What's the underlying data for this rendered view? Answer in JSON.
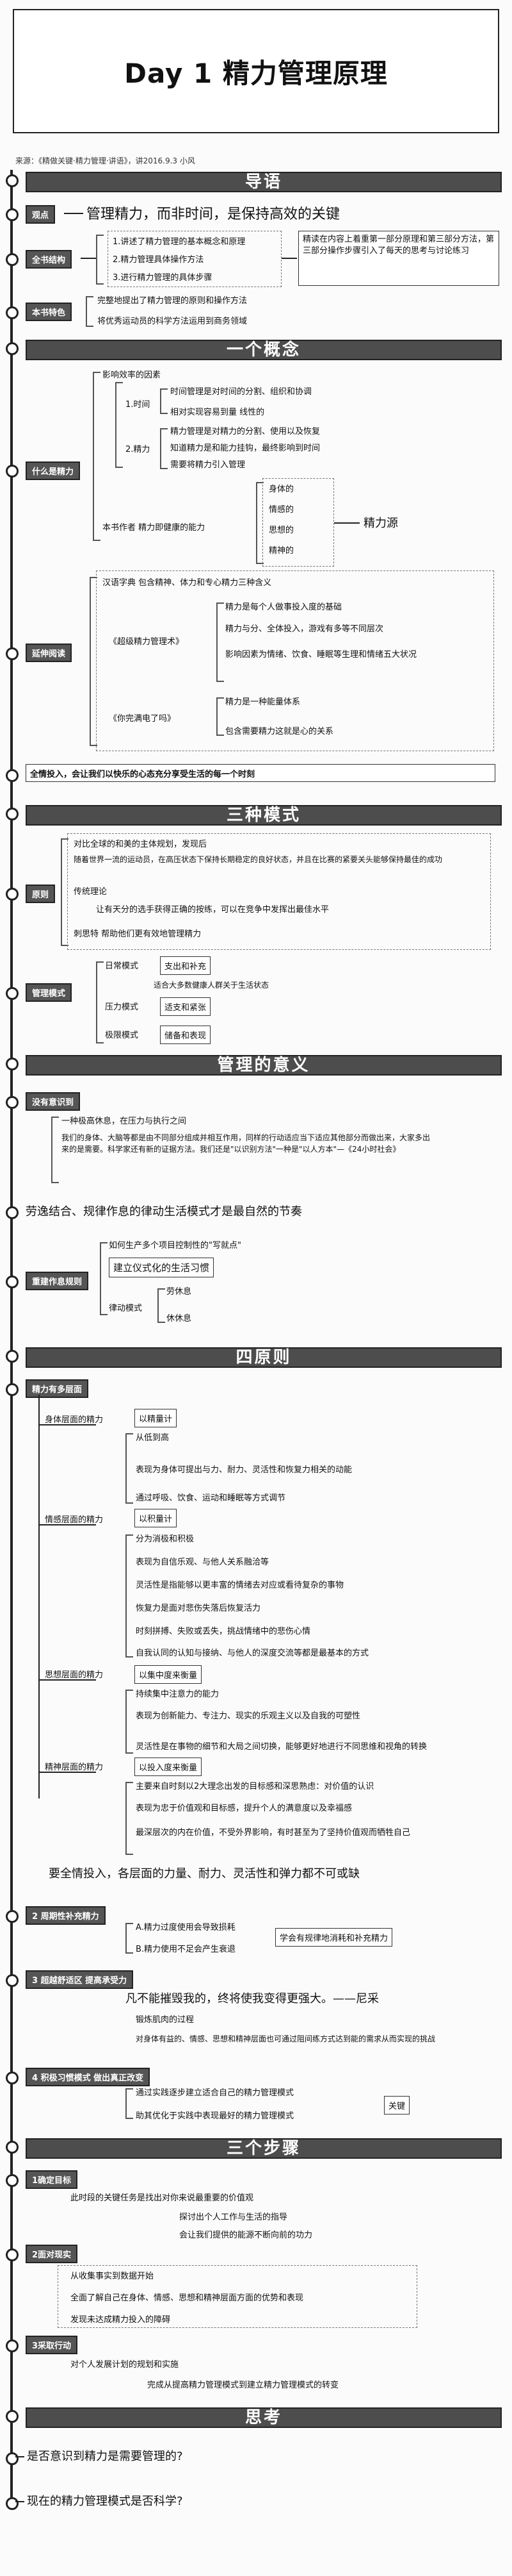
{
  "title": "Day 1 精力管理原理",
  "meta": "来源：《精做关键·精力管理·讲语》，讲2016.9.3 小风",
  "sections": {
    "daoyu": "导语",
    "gainian": "一个概念",
    "sanzhong": "三种模式",
    "yiyi": "管理的意义",
    "siyuanze": "四原则",
    "sange": "三个步骤",
    "sikao": "思考"
  },
  "daoyu": {
    "guandian_tag": "观点",
    "guandian_text": "管理精力，而非时间，是保持高效的关键",
    "jiegou_tag": "全书结构",
    "jiegou_items": [
      "1.讲述了精力管理的基本概念和原理",
      "2.精力管理具体操作方法",
      "3.进行精力管理的具体步骤"
    ],
    "jiegou_note": "精读在内容上着重第一部分原理和第三部分方法，第三部分操作步骤引入了每天的思考与讨论练习",
    "tese_tag": "本书特色",
    "tese_items": [
      "完整地提出了精力管理的原则和操作方法",
      "将优秀运动员的科学方法运用到商务领域"
    ]
  },
  "gainian": {
    "shenme_tag": "什么是精力",
    "factors_title": "影响效率的因素",
    "time_label": "1.时间",
    "time_items": [
      "时间管理是对时间的分割、组织和协调",
      "相对实现容易到量    线性的"
    ],
    "energy_label": "2.精力",
    "energy_items": [
      "精力管理是对精力的分割、使用以及恢复",
      "知道精力是和能力挂钩，最终影响到时间"
    ],
    "energy_mine": "需要将精力引入管理",
    "author_text": "本书作者    精力即健康的能力",
    "dims": [
      "身体的",
      "情感的",
      "思想的",
      "精神的"
    ],
    "dims_result": "精力源",
    "yanshen_tag": "延伸阅读",
    "yanshen_dict": "汉语字典    包含精神、体力和专心精力三种含义",
    "book1": "《超级精力管理术》",
    "book1_items": [
      "精力是每个人做事投入度的基础",
      "精力与分、全体投入，游戏有多等不同层次",
      "影响因素为情绪、饮食、睡眠等生理和情绪五大状况"
    ],
    "book2": "《你完满电了吗》",
    "book2_items": [
      "精力是一种能量体系",
      "包含需要精力这就是心的关系"
    ],
    "summary": "全情投入，会让我们以快乐的心态充分享受生活的每一个时刻"
  },
  "sanzhong": {
    "yuanze_tag": "原则",
    "yuanze_items": [
      "对比全球的和美的主体规划，发现后",
      "随着世界一流的运动员，在高压状态下保持长期稳定的良好状态，并且在比赛的紧要关头能够保持最佳的成功",
      "传统理论",
      "让有天分的选手获得正确的按练，可以在竞争中发挥出最佳水平",
      "刺思特    帮助他们更有效地管理精力"
    ],
    "moshi_tag": "管理模式",
    "modes": [
      {
        "label": "日常模式",
        "box": "支出和补充"
      },
      {
        "label": "压力模式",
        "box": "适支和紧张"
      },
      {
        "label": "极限模式",
        "box": "储备和表现"
      }
    ],
    "mode_note1": "适合大多数健康人群关于生活状态",
    "mode_note2": ""
  },
  "yiyi": {
    "tag": "没有意识到",
    "items": [
      "一种极高休息，在压力与执行之间",
      "我们的身体、大脑等都是由不同部分组成并相互作用，同样的行动适应当下适应其他部分而做出来，大家多出来的是需要。科学家还有新的证据方法。我们还是\"以识别方法\"一种是\"以人方本\"—《24小时社会》"
    ],
    "rhythm": "劳逸结合、规律作息的律动生活模式才是最自然的节奏",
    "guize_tag": "重建作息规则",
    "guize_items": [
      "如何生产多个项目控制性的\"写就点\"",
      "建立仪式化的生活习惯",
      "律动模式"
    ],
    "rest": [
      "劳休息",
      "休休息"
    ]
  },
  "siyuanze": {
    "p1_tag": "精力有多层面",
    "p1": [
      {
        "label": "身体层面的精力",
        "box": "以精量计",
        "items": [
          "从低到高",
          "表现为身体可提出与力、耐力、灵活性和恢复力相关的动能",
          "通过呼吸、饮食、运动和睡眠等方式调节"
        ]
      },
      {
        "label": "情感层面的精力",
        "box": "以积量计",
        "items": [
          "分为消极和积极",
          "表现为自信乐观、与他人关系融洽等",
          "灵活性是指能够以更丰富的情绪去对应或看待复杂的事物",
          "恢复力是面对悲伤失落后恢复活力",
          "时刻拼搏、失败或丢失，挑战情绪中的悲伤心情",
          "自我认同的认知与接纳、与他人的深度交流等都是最基本的方式"
        ]
      },
      {
        "label": "思想层面的精力",
        "box": "以集中度来衡量",
        "items": [
          "持续集中注意力的能力",
          "表现为创新能力、专注力、现实的乐观主义以及自我的可塑性",
          "灵活性是在事物的细节和大局之间切换，能够更好地进行不同思维和视角的转换"
        ]
      },
      {
        "label": "精神层面的精力",
        "box": "以投入度来衡量",
        "items": [
          "主要来自时刻以2大理念出发的目标感和深思熟虑：对价值的认识",
          "表现为忠于价值观和目标感，提升个人的满意度以及幸福感",
          "最深层次的内在价值，不受外界影响，有时甚至为了坚持价值观而牺牲自己"
        ]
      }
    ],
    "p1_summary": "要全情投入，各层面的力量、耐力、灵活性和弹力都不可或缺",
    "p2_tag": "2 周期性补充精力",
    "p2_items": [
      "A.精力过度使用会导致损耗",
      "B.精力使用不足会产生衰退"
    ],
    "p2_box": "学会有规律地消耗和补充精力",
    "p3_tag": "3 超越舒适区   提高承受力",
    "p3_quote": "凡不能摧毁我的，终将使我变得更强大。——尼采",
    "p3_items": [
      "锻炼肌肉的过程",
      "对身体有益的、情感、思想和精神层面也可通过阻间练方式达到能的需求从而实现的挑战"
    ],
    "p4_tag": "4 积极习惯模式   做出真正改变",
    "p4_items": [
      "通过实践逐步建立适合自己的精力管理模式",
      "助其优化于实践中表现最好的精力管理模式"
    ],
    "p4_box": "关键"
  },
  "sange": {
    "s1_tag": "1确定目标",
    "s1_items": [
      "此时段的关键任务是找出对你来说最重要的价值观",
      "探讨出个人工作与生活的指导",
      "会让我们提供的能源不断向前的功力"
    ],
    "s2_tag": "2面对现实",
    "s2_items": [
      "从收集事实到数据开始",
      "全面了解自己在身体、情感、思想和精神层面方面的优势和表现",
      "发现未达成精力投入的障碍"
    ],
    "s3_tag": "3采取行动",
    "s3_items": [
      "对个人发展计划的规划和实施",
      "完成从提高精力管理模式到建立精力管理模式的转变"
    ]
  },
  "sikao": {
    "q1": "是否意识到精力是需要管理的?",
    "q2": "现在的精力管理模式是否科学?"
  }
}
